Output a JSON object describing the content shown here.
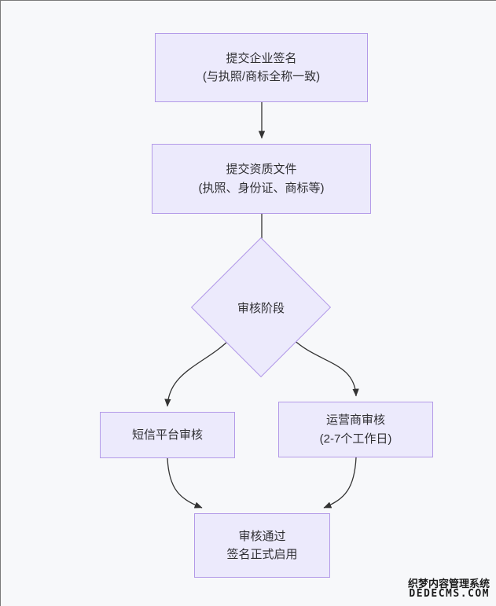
{
  "diagram": {
    "type": "flowchart",
    "title_text": "",
    "background_color": "#f7f8fa",
    "node_fill_color": "#eceafc",
    "node_border_color": "#b39ae8",
    "edge_color": "#333333",
    "text_color": "#2f2f33",
    "nodes": [
      {
        "id": "submit-signature",
        "shape": "rectangle",
        "line1": "提交企业签名",
        "line2": "(与执照/商标全称一致)"
      },
      {
        "id": "submit-documents",
        "shape": "rectangle",
        "line1": "提交资质文件",
        "line2": "(执照、身份证、商标等)"
      },
      {
        "id": "review-stage",
        "shape": "diamond",
        "line1": "审核阶段",
        "line2": ""
      },
      {
        "id": "sms-platform-review",
        "shape": "rectangle",
        "line1": "短信平台审核",
        "line2": ""
      },
      {
        "id": "carrier-review",
        "shape": "rectangle",
        "line1": "运营商审核",
        "line2": "(2-7个工作日)"
      },
      {
        "id": "approved",
        "shape": "rectangle",
        "line1": "审核通过",
        "line2": "签名正式启用"
      }
    ],
    "edges": [
      {
        "from": "submit-signature",
        "to": "submit-documents",
        "style": "straight",
        "label": ""
      },
      {
        "from": "submit-documents",
        "to": "review-stage",
        "style": "straight",
        "label": ""
      },
      {
        "from": "review-stage",
        "to": "sms-platform-review",
        "style": "curved",
        "label": ""
      },
      {
        "from": "review-stage",
        "to": "carrier-review",
        "style": "curved",
        "label": ""
      },
      {
        "from": "sms-platform-review",
        "to": "approved",
        "style": "curved",
        "label": ""
      },
      {
        "from": "carrier-review",
        "to": "approved",
        "style": "curved",
        "label": ""
      }
    ]
  },
  "watermark": {
    "cn": "织梦内容管理系统",
    "en": "DEDECMS.COM"
  }
}
